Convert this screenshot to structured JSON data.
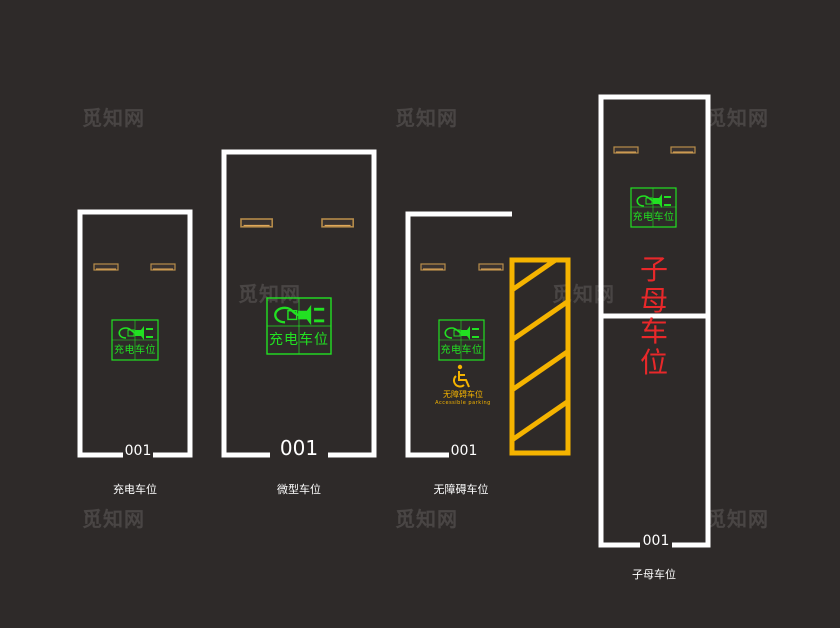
{
  "colors": {
    "background": "#2e2a29",
    "line": "#ffffff",
    "charge": "#22e022",
    "accessible": "#f5b400",
    "parent_child": "#e8282a"
  },
  "watermark": "觅知网",
  "spots": [
    {
      "number": "001",
      "sign": "充电车位",
      "caption": "充电车位"
    },
    {
      "number": "001",
      "caption": "微型车位"
    },
    {
      "number": "001",
      "sign": "充电车位",
      "accessible_text": "无障碍车位",
      "accessible_subtext": "Accessible parking",
      "caption": "无障碍车位"
    },
    {
      "number": "001",
      "sign": "充电车位",
      "vertical_text": [
        "子",
        "母",
        "车",
        "位"
      ],
      "caption": "子母车位"
    }
  ],
  "icons": [
    "ev-plug-icon",
    "wheelchair-icon",
    "wheel-stopper-icon"
  ]
}
